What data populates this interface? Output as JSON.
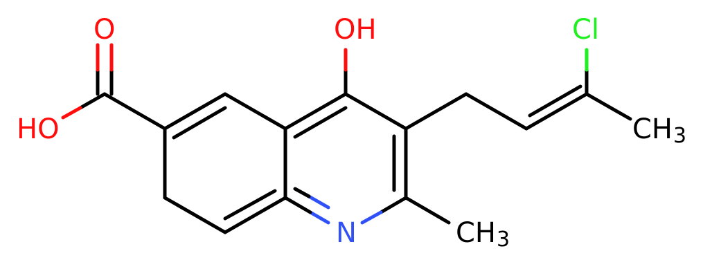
{
  "colors": {
    "bond": "#000000",
    "oxygen": "#ff0d0d",
    "nitrogen": "#3050f8",
    "chlorine": "#1ff01f",
    "carbon_label": "#000000"
  },
  "labels": {
    "carbonyl_o": "O",
    "acid_oh": "HO",
    "hydroxyl_oh": "OH",
    "chlorine": "Cl",
    "ring_n": "N",
    "methyl_c_left": "CH",
    "methyl_c_sub": "3",
    "methyl_b_left": "CH",
    "methyl_b_sub": "3"
  }
}
